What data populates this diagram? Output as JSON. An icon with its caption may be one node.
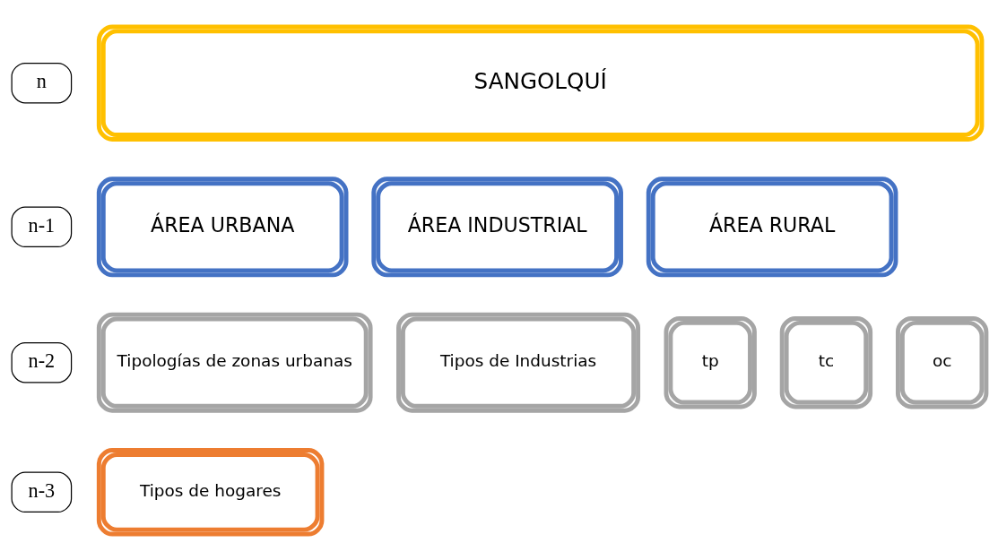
{
  "diagram": {
    "nodes": [
      {
        "text": [
          "SANGOLQUÍ"
        ]
      },
      {
        "text": [
          "ÁREA URBANA"
        ]
      },
      {
        "text": [
          "ÁREA INDUSTRIAL"
        ]
      },
      {
        "text": [
          "ÁREA RURAL"
        ]
      },
      {
        "text": [
          "Tipologías de zonas urbanas"
        ]
      },
      {
        "text": [
          "Tipos de Industrias"
        ]
      },
      {
        "text": [
          "tp"
        ]
      },
      {
        "text": [
          "tc"
        ]
      },
      {
        "text": [
          "oc"
        ]
      },
      {
        "text": [
          "Tipos de hogares"
        ]
      }
    ],
    "labels": [
      "n",
      "n-1",
      "n-2",
      "n-3"
    ]
  }
}
